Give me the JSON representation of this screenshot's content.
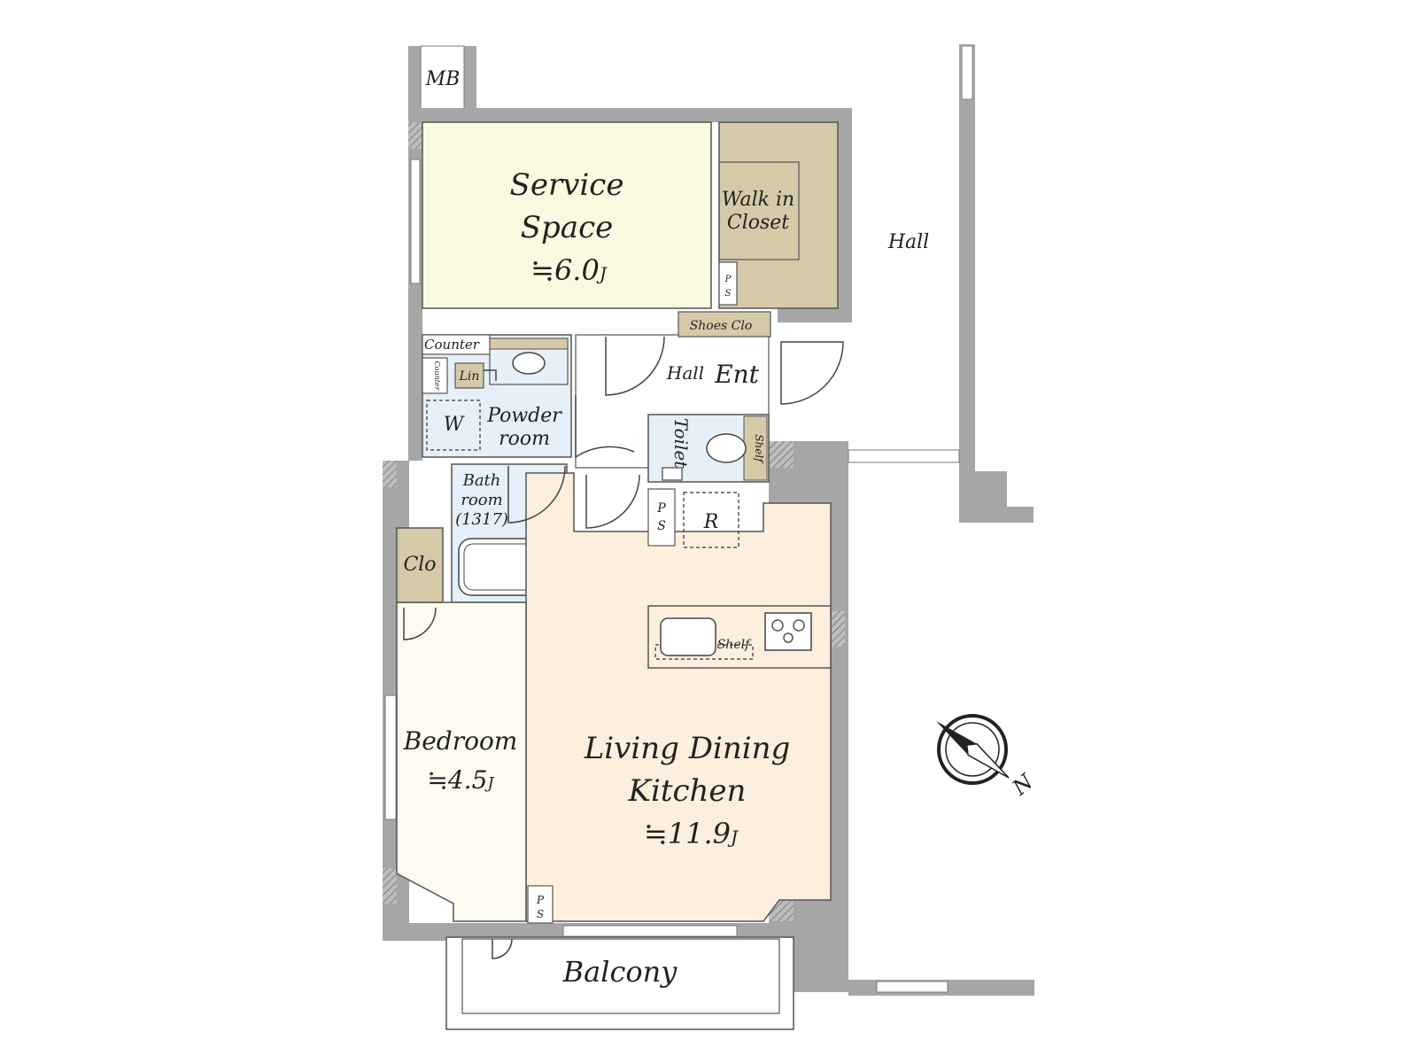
{
  "rooms": {
    "service_space": {
      "name_line1": "Service",
      "name_line2": "Space",
      "size": "≒6.0",
      "unit": "J"
    },
    "walk_in_closet": {
      "line1": "Walk in",
      "line2": "Closet"
    },
    "hall_outer": "Hall",
    "shoes_clo": "Shoes Clo",
    "counter_top": "Counter",
    "counter_small": "Counter",
    "lin": "Lin",
    "hall_inner": "Hall",
    "ent": "Ent",
    "washer": "W",
    "powder_room": {
      "line1": "Powder",
      "line2": "room"
    },
    "toilet": "Toilet",
    "toilet_shelf": "Shelf",
    "bath_room": {
      "line1": "Bath",
      "line2": "room",
      "line3": "(1317)"
    },
    "ps_top": {
      "p": "P",
      "s": "S"
    },
    "ps_mid": {
      "p": "P",
      "s": "S"
    },
    "ps_bottom": {
      "p": "P",
      "s": "S"
    },
    "refrigerator": "R",
    "clo": "Clo",
    "kitchen_shelf": "Shelf",
    "bedroom": {
      "name": "Bedroom",
      "size": "≒4.5",
      "unit": "J"
    },
    "ldk": {
      "line1": "Living Dining",
      "line2": "Kitchen",
      "size": "≒11.9",
      "unit": "J"
    },
    "balcony": "Balcony",
    "mb": "MB"
  },
  "compass": {
    "north_label": "N"
  },
  "colors": {
    "wall": "#a6a6a6",
    "service_space": "#fafae1",
    "closet": "#d5c9a8",
    "wet_area": "#e6f0f9",
    "ldk": "#fcefdd",
    "bedroom": "#fdfbef"
  }
}
